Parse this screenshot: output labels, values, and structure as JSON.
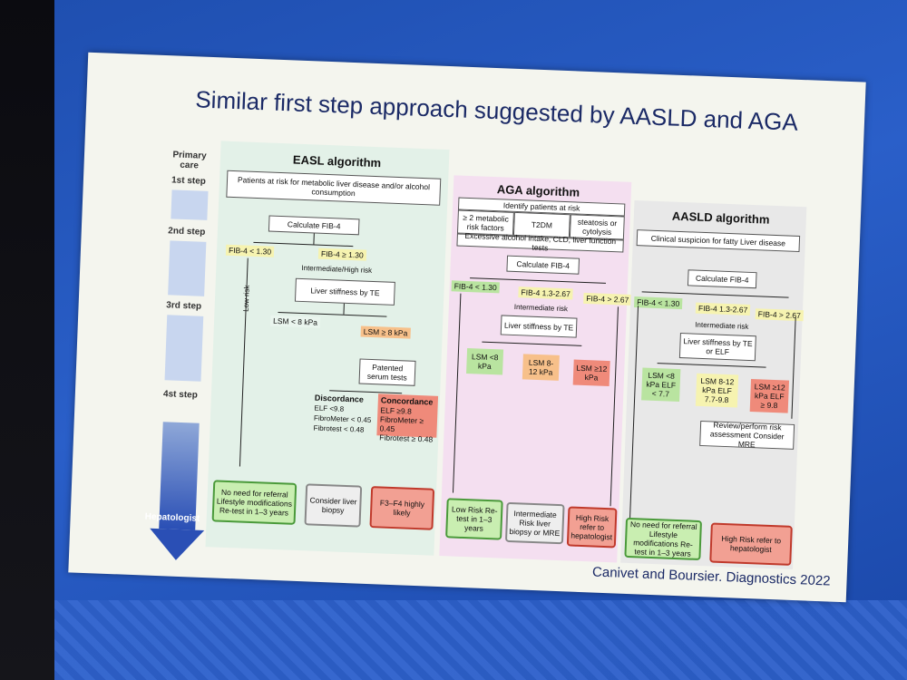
{
  "slide": {
    "title": "Similar first step approach suggested by AASLD and AGA",
    "citation": "Canivet and Boursier. Diagnostics 2022",
    "primary_care": "Primary care",
    "steps": [
      "1st step",
      "2nd step",
      "3rd step",
      "4st step"
    ],
    "hepatologist": "Hepatologist"
  },
  "easl": {
    "heading": "EASL algorithm",
    "at_risk": "Patients at risk for metabolic liver disease and/or alcohol consumption",
    "calc": "Calculate FIB-4",
    "fib_low": "FIB-4 < 1.30",
    "fib_high": "FIB-4 ≥ 1.30",
    "intermediate": "Intermediate/High risk",
    "low_risk": "Low risk",
    "stiffness": "Liver stiffness by TE",
    "lsm_low": "LSM < 8 kPa",
    "lsm_high": "LSM ≥ 8 kPa",
    "serum": "Patented serum tests",
    "discordance_title": "Discordance",
    "discordance_lines": [
      "ELF <9.8",
      "FibroMeter < 0.45",
      "Fibrotest < 0.48"
    ],
    "concordance_title": "Concordance",
    "concordance_lines": [
      "ELF ≥9.8",
      "FibroMeter ≥ 0.45",
      "Fibrotest ≥ 0.48"
    ],
    "out_green": "No need for referral Lifestyle modifications Re-test in 1–3 years",
    "out_grey": "Consider liver biopsy",
    "out_red": "F3–F4 highly likely"
  },
  "aga": {
    "heading": "AGA algorithm",
    "identify": "Identify patients at risk",
    "risk1": "≥ 2 metabolic risk factors",
    "risk2": "T2DM",
    "risk3": "steatosis or cytolysis",
    "excess": "Excessive alcohol intake, CLD, liver function tests",
    "calc": "Calculate FIB-4",
    "fib_low": "FIB-4 < 1.30",
    "fib_mid": "FIB-4 1.3-2.67",
    "fib_high": "FIB-4 > 2.67",
    "intermediate": "Intermediate risk",
    "stiffness": "Liver stiffness by TE",
    "lsm_low": "LSM <8 kPa",
    "lsm_mid": "LSM 8-12 kPa",
    "lsm_high": "LSM ≥12 kPa",
    "out_low": "Low Risk Re-test in 1–3 years",
    "out_mid": "Intermediate Risk liver biopsy or MRE",
    "out_high": "High Risk refer to hepatologist"
  },
  "aasld": {
    "heading": "AASLD algorithm",
    "suspicion": "Clinical suspicion for fatty Liver disease",
    "calc": "Calculate FIB-4",
    "fib_low": "FIB-4 < 1.30",
    "fib_mid": "FIB-4 1.3-2.67",
    "fib_high": "FIB-4 > 2.67",
    "intermediate": "Intermediate risk",
    "stiffness": "Liver stiffness by TE or ELF",
    "lsm_low": "LSM <8 kPa ELF < 7.7",
    "lsm_mid": "LSM 8-12 kPa ELF 7.7-9.8",
    "lsm_high": "LSM ≥12 kPa ELF ≥ 9.8",
    "review": "Review/perform risk assessment Consider MRE",
    "out_green": "No need for referral Lifestyle modifications Re-test in 1–3 years",
    "out_red": "High Risk refer to hepatologist"
  }
}
